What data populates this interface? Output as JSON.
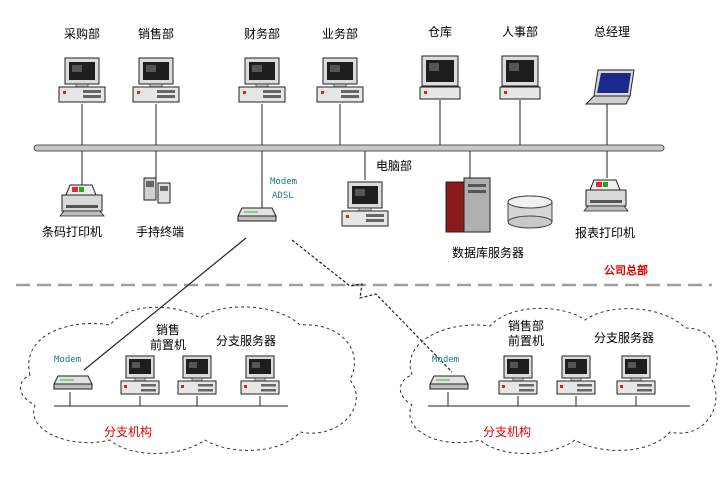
{
  "headquarters": {
    "departments": [
      "采购部",
      "销售部",
      "财务部",
      "业务部",
      "仓库",
      "人事部",
      "总经理"
    ],
    "devices": {
      "barcode_printer": "条码打印机",
      "handheld_terminal": "手持终端",
      "computer_dept": "电脑部",
      "database_server": "数据库服务器",
      "report_printer": "报表打印机",
      "modem_label": "Modem",
      "adsl_label": "ADSL"
    },
    "label": "公司总部"
  },
  "branches": [
    {
      "modem_label": "Modem",
      "sales_frontend": [
        "销售",
        "前置机"
      ],
      "branch_server": "分支服务器",
      "name": "分支机构"
    },
    {
      "modem_label": "Modem",
      "sales_frontend": [
        "销售部",
        "前置机"
      ],
      "branch_server": "分支服务器",
      "name": "分支机构"
    }
  ],
  "colors": {
    "accent_red": "#e00000",
    "modem_text": "#1a7a8c",
    "bus": "#c8c8c8",
    "server_red": "#8b1a1a"
  }
}
